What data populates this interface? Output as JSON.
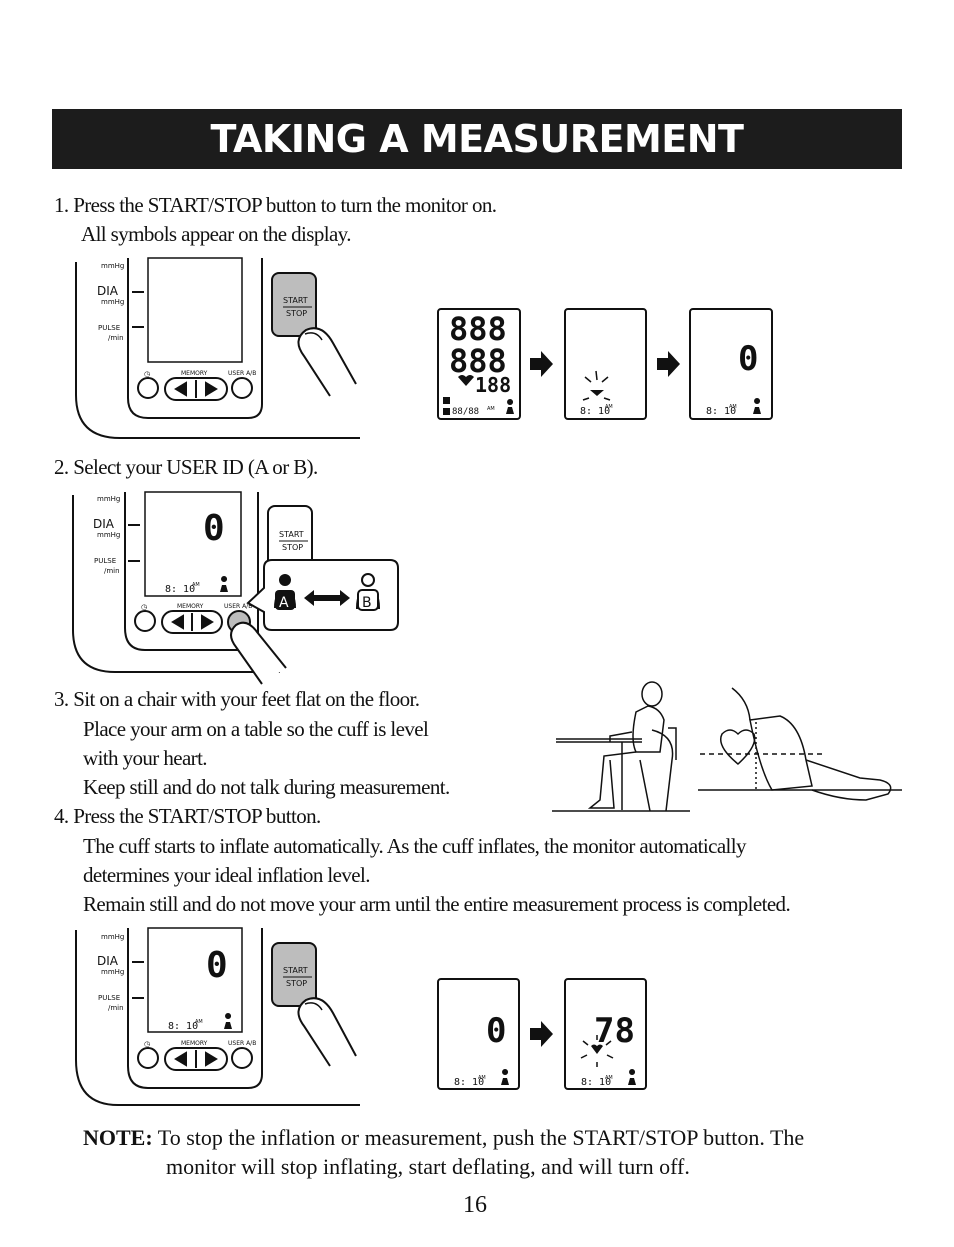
{
  "title": "TAKING A MEASUREMENT",
  "steps": {
    "s1_line1": "1.  Press the START/STOP button to turn the monitor on.",
    "s1_line2": "All symbols appear on the display.",
    "s2_line1": "2.  Select your USER ID (A or B).",
    "s3_line1": "3.  Sit on a chair with your feet flat on the floor.",
    "s3_line2": "Place your arm on a table so the cuff is level",
    "s3_line3": "with your heart.",
    "s3_line4": "Keep still and do not talk during measurement.",
    "s4_line1": "4.  Press the START/STOP button.",
    "s4_line2": "The cuff starts to inflate automatically. As the cuff inflates, the monitor automatically",
    "s4_line3": "determines your ideal inflation level.",
    "s4_line4": "Remain still and do not move your arm until the entire measurement process is completed."
  },
  "note": {
    "label": "NOTE:",
    "line1": "To stop the inflation or measurement, push the START/STOP button. The",
    "line2": "monitor will stop inflating, start deflating, and will turn off."
  },
  "page_number": "16",
  "device_labels": {
    "mmhg": "mmHg",
    "dia": "DIA",
    "pulse": "PULSE",
    "per_min": "/min",
    "memory": "MEMORY",
    "user_ab": "USER A/B",
    "start": "START",
    "stop": "STOP"
  },
  "displays": {
    "full": "888",
    "pulse": "188",
    "time_full": "88/88",
    "time": "8: 10",
    "am": "AM",
    "zero": "0",
    "reading": "78"
  },
  "users": {
    "a": "A",
    "b": "B"
  }
}
